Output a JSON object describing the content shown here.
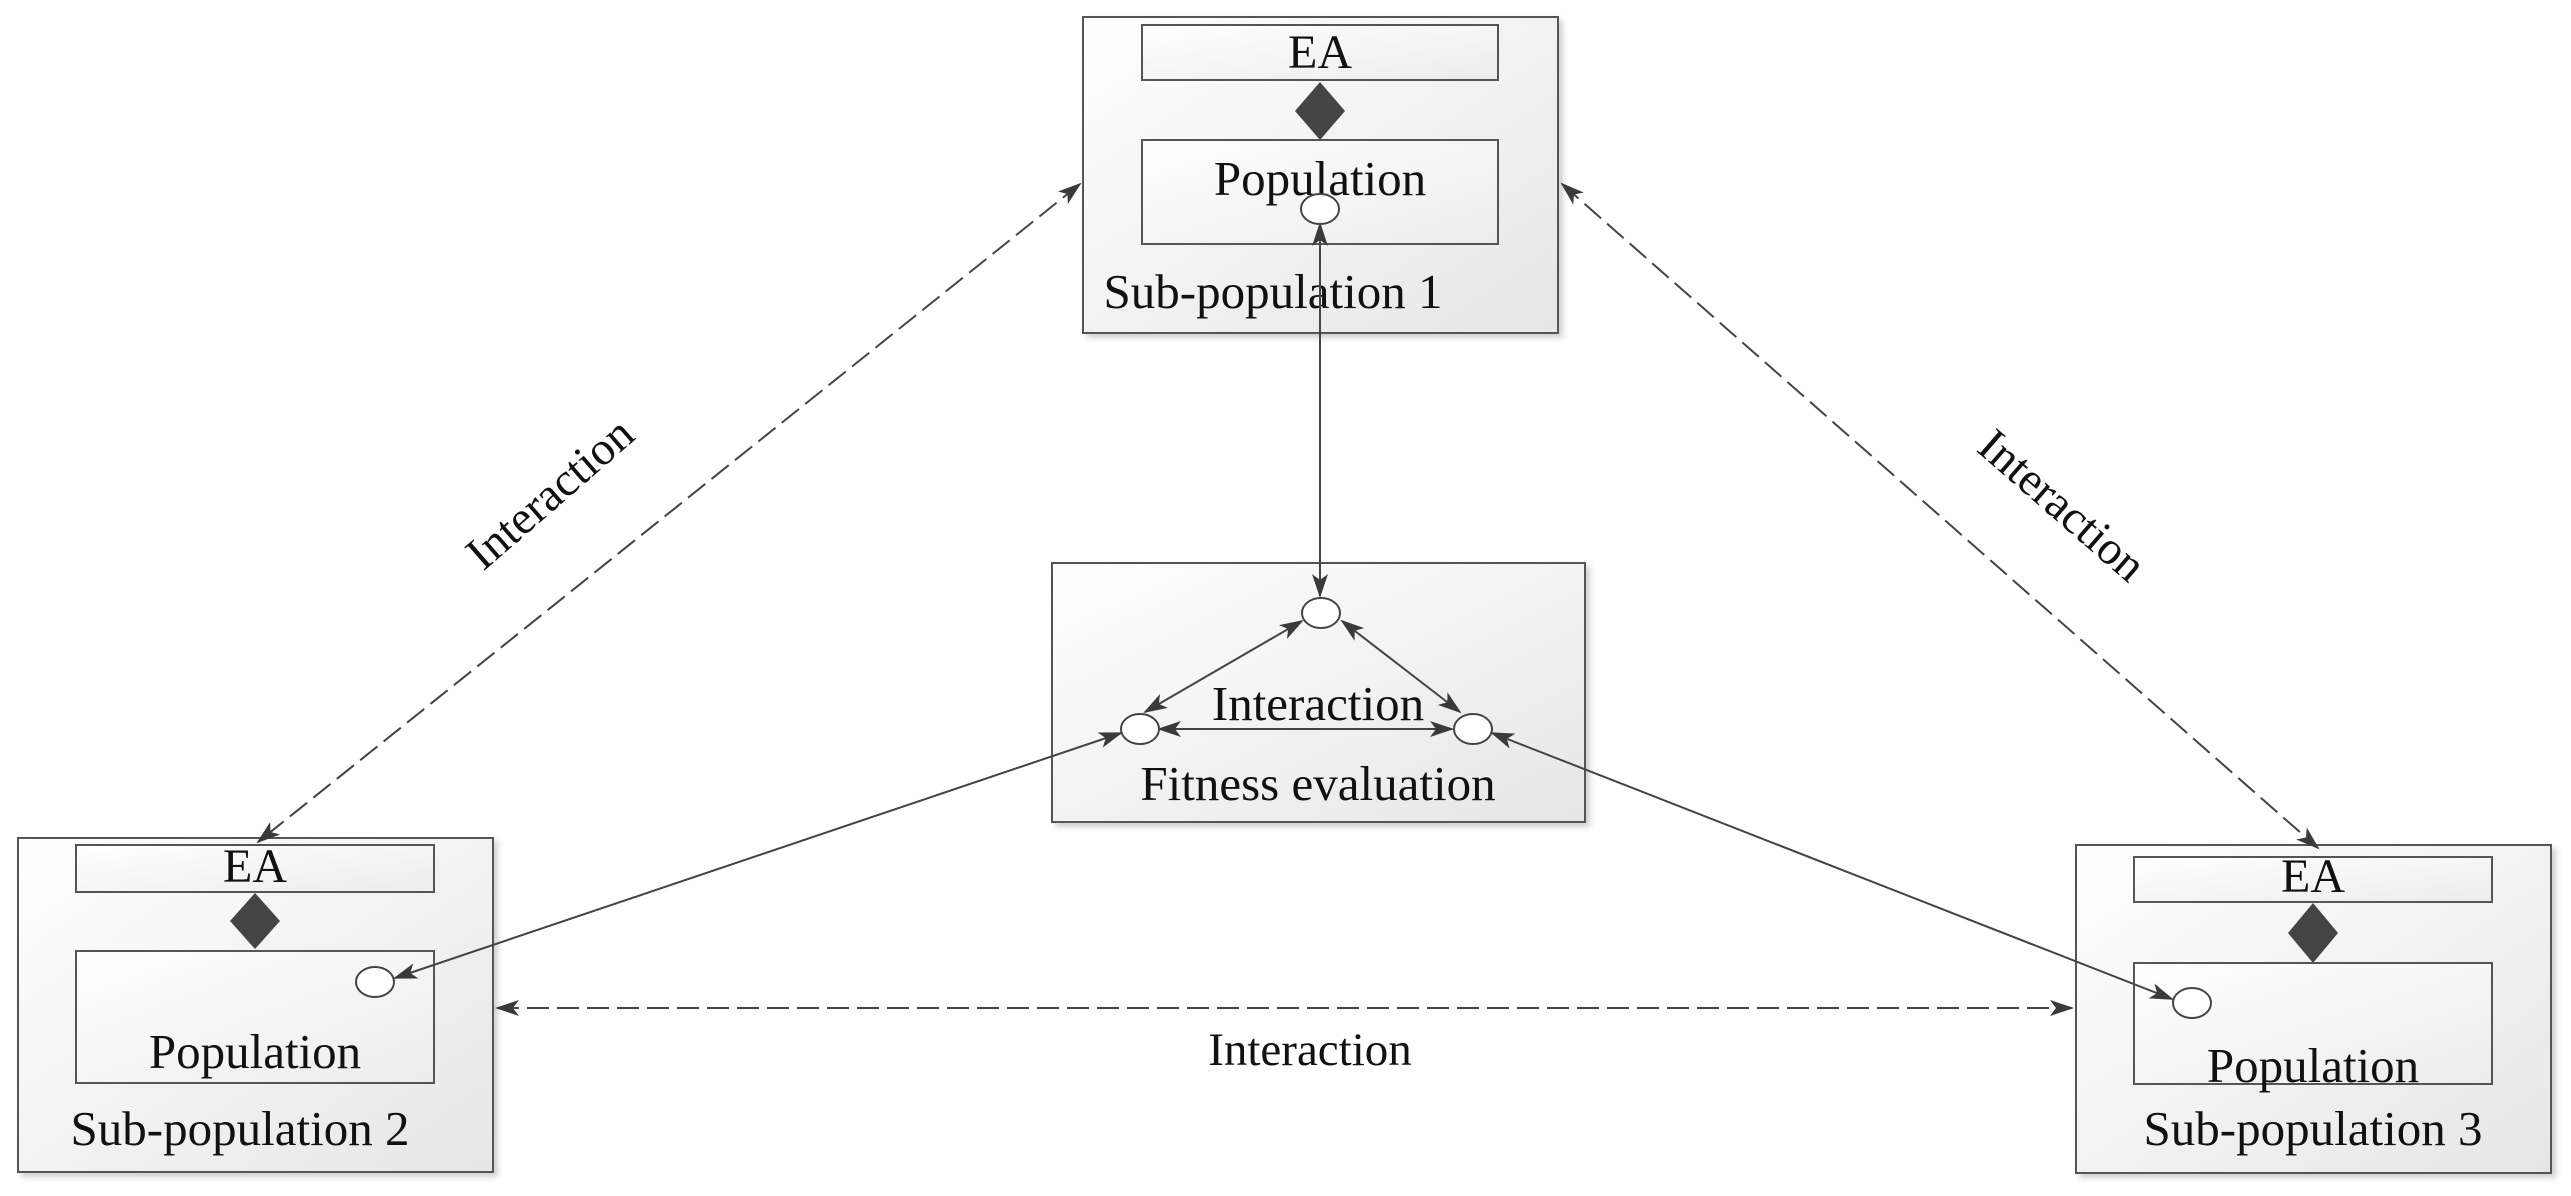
{
  "subpopulations": [
    {
      "title": "Sub-population 1",
      "ea_label": "EA",
      "population_label": "Population"
    },
    {
      "title": "Sub-population 2",
      "ea_label": "EA",
      "population_label": "Population"
    },
    {
      "title": "Sub-population 3",
      "ea_label": "EA",
      "population_label": "Population"
    }
  ],
  "fitness": {
    "interaction_label": "Interaction",
    "title": "Fitness evaluation"
  },
  "links": {
    "left_label": "Interaction",
    "right_label": "Interaction",
    "bottom_label": "Interaction"
  },
  "colors": {
    "box_border": "#555555",
    "box_fill_top": "#ffffff",
    "box_fill_bottom": "#e9e9e9",
    "line": "#444444",
    "arrow": "#3a3a3a"
  }
}
